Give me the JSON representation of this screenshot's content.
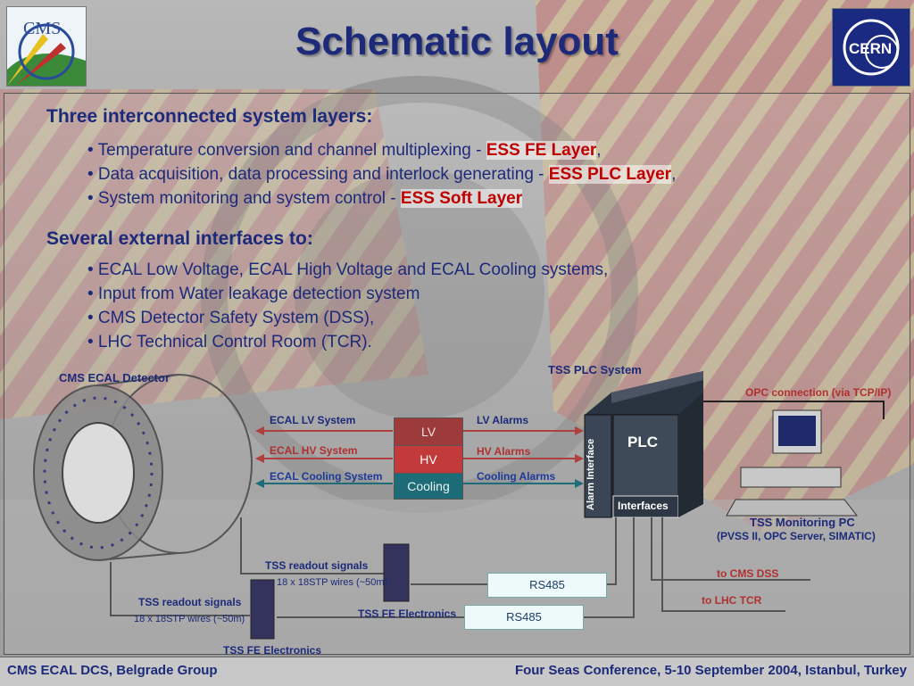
{
  "title": "Schematic layout",
  "logos": {
    "left_text": "CMS",
    "right_text": "CERN"
  },
  "section1": {
    "heading": "Three interconnected system layers:",
    "bullets": [
      {
        "text": "• Temperature conversion and channel multiplexing - ",
        "highlight": "ESS FE Layer",
        "suffix": ","
      },
      {
        "text": "• Data acquisition, data processing and interlock generating - ",
        "highlight": "ESS PLC Layer",
        "suffix": ","
      },
      {
        "text": "• System monitoring and system control - ",
        "highlight": "ESS Soft Layer",
        "suffix": ""
      }
    ]
  },
  "section2": {
    "heading": "Several external interfaces to:",
    "bullets": [
      "• ECAL Low Voltage, ECAL High Voltage and ECAL Cooling systems,",
      "• Input from Water leakage detection system",
      "• CMS Detector Safety System (DSS),",
      "• LHC Technical Control Room (TCR)."
    ]
  },
  "diagram": {
    "cms_ecal_detector": "CMS ECAL Detector",
    "tss_plc_system": "TSS PLC System",
    "opc_connection": "OPC connection (via TCP/IP)",
    "ecal_lv_system": "ECAL LV System",
    "ecal_hv_system": "ECAL HV System",
    "ecal_cooling_system": "ECAL Cooling System",
    "lv": "LV",
    "hv": "HV",
    "cooling": "Cooling",
    "lv_alarms": "LV Alarms",
    "hv_alarms": "HV Alarms",
    "cooling_alarms": "Cooling Alarms",
    "plc": "PLC",
    "alarm_interface": "Alarm Interface",
    "interfaces": "Interfaces",
    "tss_monitoring_pc": "TSS Monitoring PC",
    "tss_monitoring_pc_sub": "(PVSS II, OPC Server, SIMATIC)",
    "tss_readout_signals_1": "TSS readout signals",
    "wires_1": "18 x 18STP wires (~50m)",
    "tss_readout_signals_2": "TSS readout signals",
    "wires_2": "18 x 18STP wires (~50m)",
    "tss_fe_electronics_1": "TSS FE Electronics",
    "tss_fe_electronics_2": "TSS FE  Electronics",
    "rs485_1": "RS485",
    "rs485_2": "RS485",
    "to_cms_dss": "to CMS DSS",
    "to_lhc_tcr": "to LHC TCR"
  },
  "footer": {
    "left": "CMS ECAL DCS, Belgrade Group",
    "right": "Four Seas Conference, 5-10 September 2004, Istanbul, Turkey"
  },
  "colors": {
    "title_blue": "#1d2a7a",
    "highlight_red": "#c00000",
    "lv": "#9d3a3a",
    "hv": "#c23a3a",
    "cooling": "#1e6c78"
  }
}
